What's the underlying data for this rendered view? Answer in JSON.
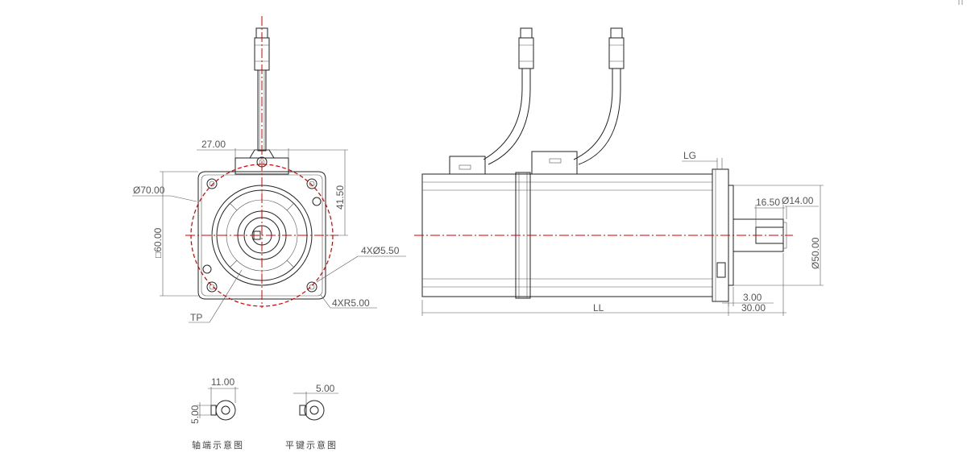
{
  "front_view": {
    "dim_width_top": "27.00",
    "dim_height_right": "41.50",
    "dim_pcd": "Ø70.00",
    "dim_pilot": "□60.00",
    "dim_holes": "4XØ5.50",
    "dim_corner_radius": "4XR5.00",
    "label_tp": "TP"
  },
  "side_view": {
    "dim_lg": "LG",
    "dim_ll": "LL",
    "dim_shaft_len_key": "16.50",
    "dim_shaft_dia": "Ø14.00",
    "dim_flange_dia": "Ø50.00",
    "dim_flange_thk": "3.00",
    "dim_shaft_len": "30.00"
  },
  "details": {
    "shaft_end": {
      "dim_w": "11.00",
      "dim_h": "5.00",
      "caption": "轴端示意图"
    },
    "flat_key": {
      "dim_w": "5.00",
      "caption": "平键示意图"
    }
  },
  "colors": {
    "centerline": "#d00000",
    "line": "#222222",
    "dim": "#555555"
  }
}
